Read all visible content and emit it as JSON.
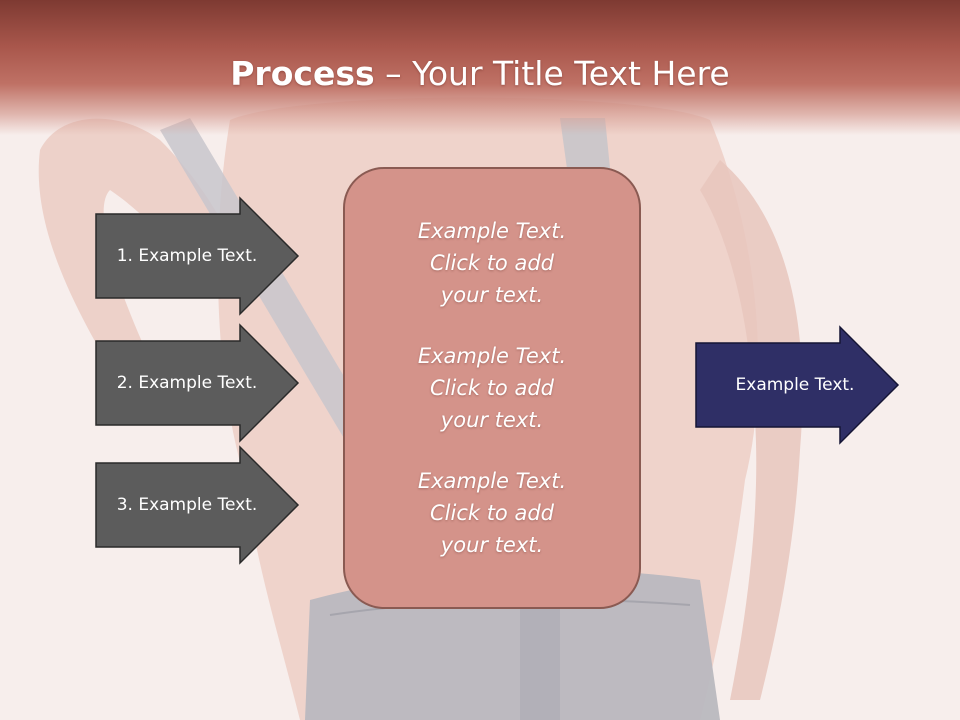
{
  "slide": {
    "title_bold": "Process",
    "title_rest": " – Your Title Text Here"
  },
  "inputs": [
    {
      "label": "1. Example Text."
    },
    {
      "label": "2. Example Text."
    },
    {
      "label": "3. Example Text."
    }
  ],
  "center": {
    "blocks": [
      {
        "lines": [
          "Example Text.",
          "Click  to add",
          "your text."
        ]
      },
      {
        "lines": [
          "Example Text.",
          "Click  to add",
          "your text."
        ]
      },
      {
        "lines": [
          "Example Text.",
          "Click  to add",
          "your text."
        ]
      }
    ]
  },
  "output": {
    "label": "Example Text."
  },
  "colors": {
    "title_band_dark": "#7e3a32",
    "title_band_light": "#bf7165",
    "input_arrow_fill": "#5c5c5c",
    "output_arrow_fill": "#2f2f66",
    "center_panel_fill": "#d4938a",
    "center_panel_border": "#8a5a52"
  }
}
